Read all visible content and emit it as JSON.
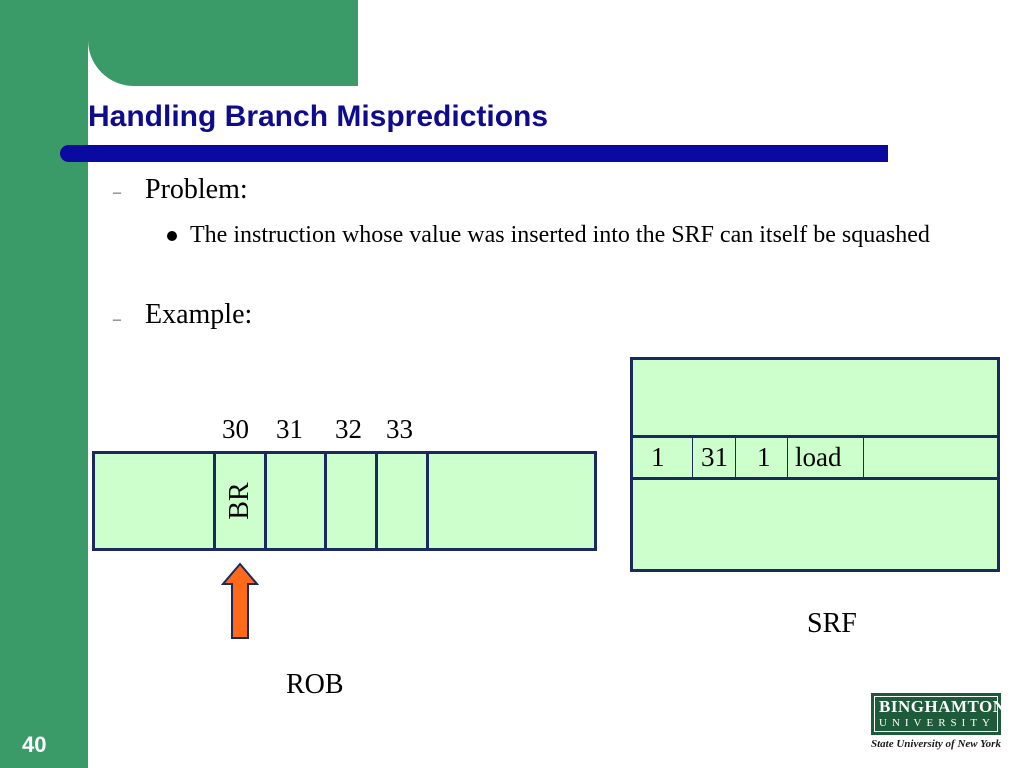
{
  "slide": {
    "title": "Handling Branch Mispredictions",
    "number": "40"
  },
  "bullets": [
    {
      "dash": "–",
      "text": "Problem:"
    },
    {
      "text": "The instruction whose value was inserted into the SRF can itself be squashed"
    },
    {
      "dash": "–",
      "text": "Example:"
    }
  ],
  "rob": {
    "indices": [
      "30",
      "31",
      "32",
      "33"
    ],
    "entry_label": "BR",
    "caption": "ROB"
  },
  "srf": {
    "row": [
      "1",
      "31",
      "1",
      "load"
    ],
    "caption": "SRF"
  },
  "logo": {
    "name": "BINGHAMTON",
    "university": "UNIVERSITY",
    "tagline": "State University of New York"
  },
  "colors": {
    "sidebar": "#3a9b68",
    "title": "#0f0b8f",
    "title_bar": "#0a0aa0",
    "cell_fill": "#ccffcc",
    "cell_border": "#1a2a5e",
    "arrow": "#ff6a1a"
  }
}
